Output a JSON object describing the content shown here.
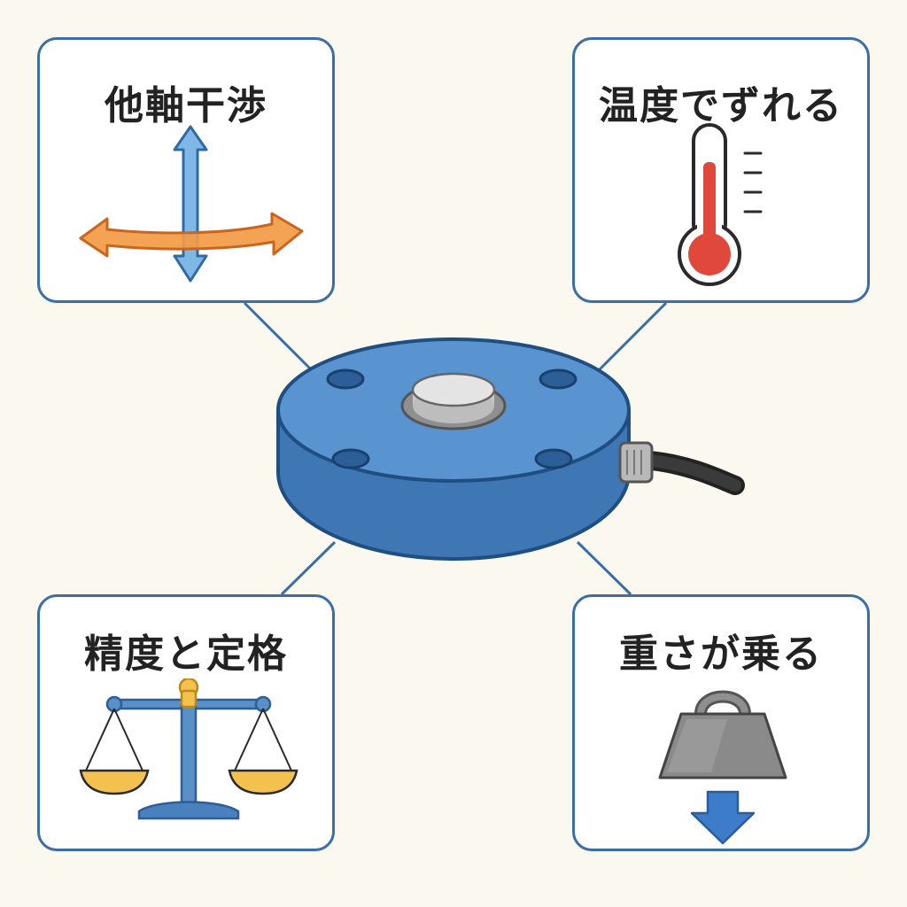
{
  "panels": {
    "top_left": {
      "title": "他軸干渉",
      "icon": "cross-axis-arrows-icon"
    },
    "top_right": {
      "title": "温度でずれる",
      "icon": "thermometer-icon"
    },
    "bottom_left": {
      "title": "精度と定格",
      "icon": "balance-scale-icon"
    },
    "bottom_right": {
      "title": "重さが乗る",
      "icon": "weight-down-arrow-icon"
    }
  },
  "center": {
    "icon": "load-cell-icon"
  },
  "colors": {
    "background": "#fbf8ef",
    "panel_border": "#3b6ea8",
    "load_cell_blue": "#4a86c5",
    "arrow_orange": "#f0913a",
    "arrow_blue": "#6aaee0",
    "thermo_red": "#e0483c",
    "scale_gold": "#f2c14e",
    "weight_gray": "#8a8a8a",
    "down_arrow_blue": "#3d7cc9"
  }
}
